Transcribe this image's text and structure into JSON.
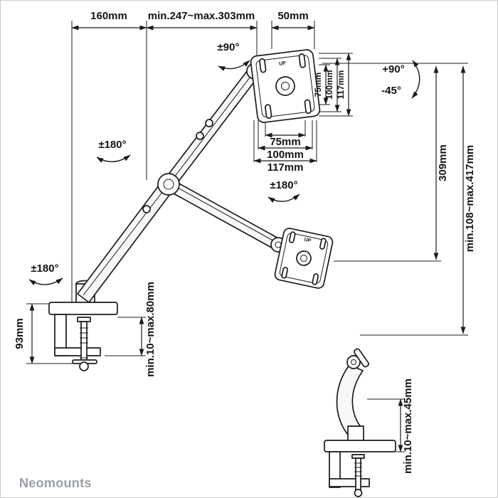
{
  "brand": {
    "name": "Neomounts"
  },
  "plate": {
    "up_label": "UP"
  },
  "dims": {
    "top": {
      "d160": "160mm",
      "depth_range": "min.247~max.303mm",
      "d50": "50mm"
    },
    "vesa_vertical": {
      "d75": "75mm",
      "d100": "100mm",
      "d117": "117mm"
    },
    "vesa_horizontal": {
      "d75": "75mm",
      "d100": "100mm",
      "d117": "117mm"
    },
    "right": {
      "d309": "309mm",
      "height_range": "min.108~max.417mm"
    },
    "base": {
      "d93": "93mm",
      "clamp_range": "min.10~max.80mm"
    },
    "small": {
      "clamp_range": "min.10~max.45mm"
    }
  },
  "angles": {
    "head_roll": "±90°",
    "vesa_rotate": "±180°",
    "elbow_swivel": "±180°",
    "base_swivel": "±180°",
    "tilt_up": "+90°",
    "tilt_down": "-45°"
  }
}
